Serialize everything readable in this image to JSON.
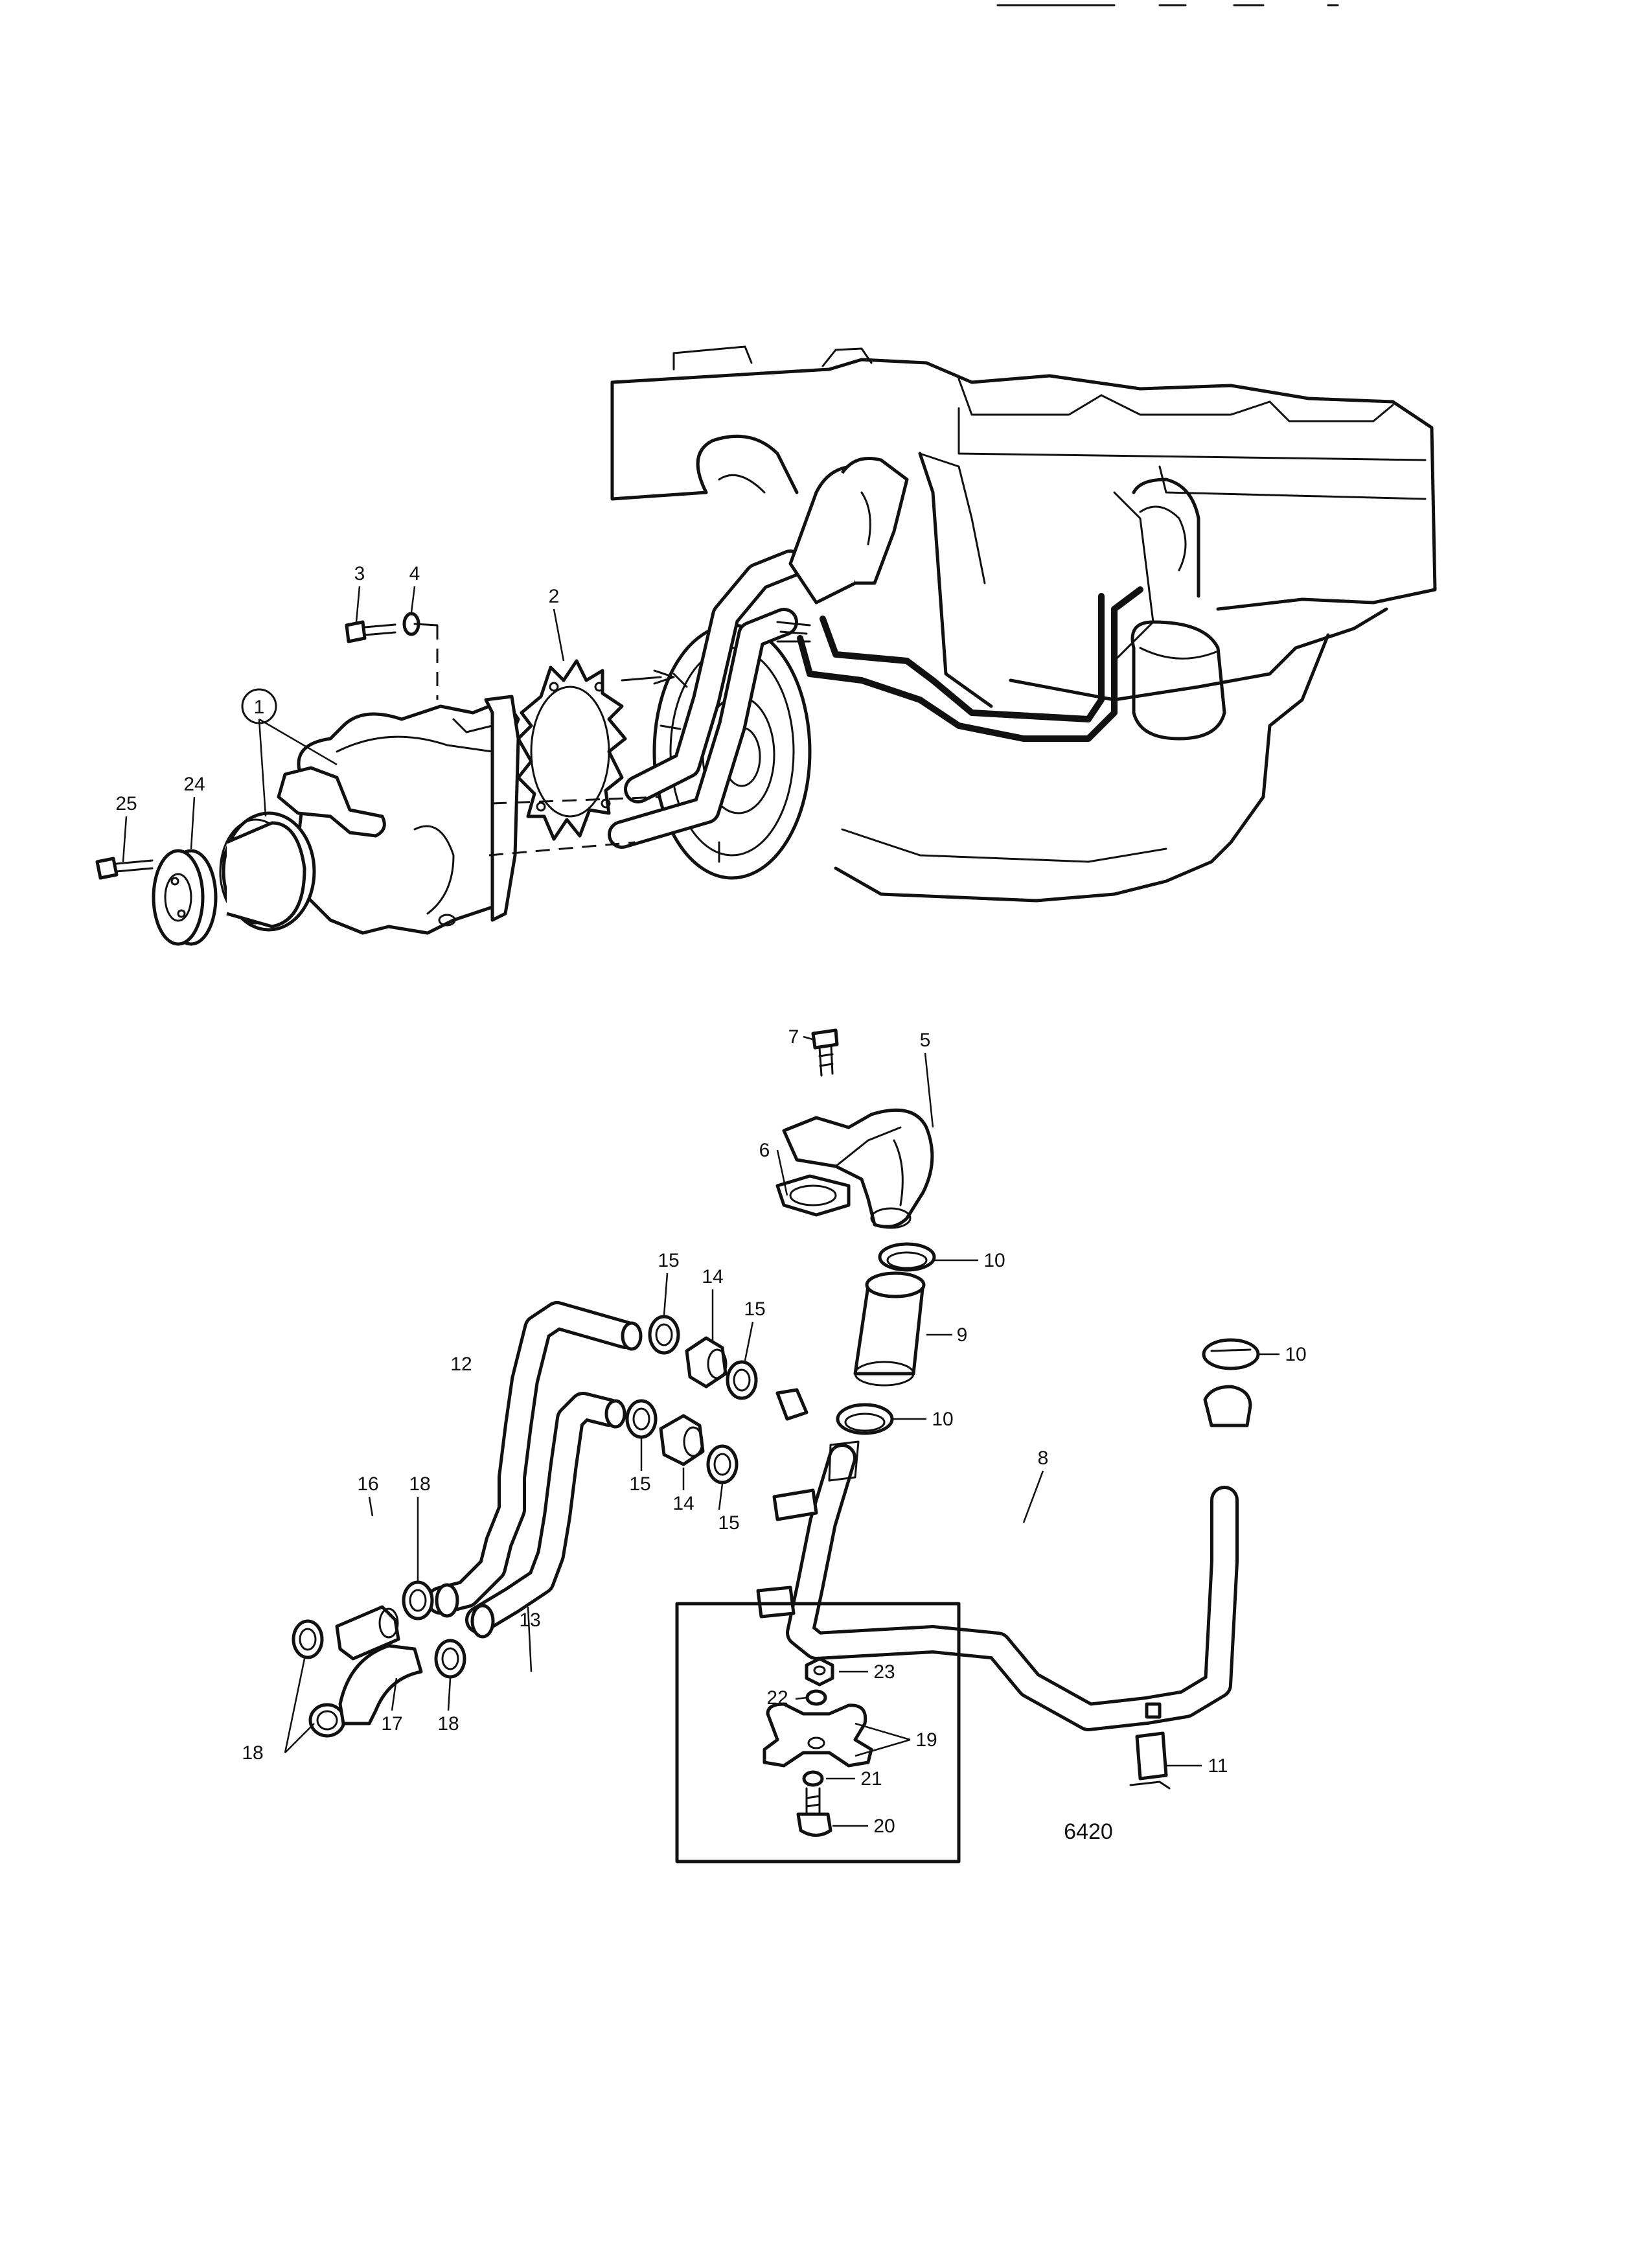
{
  "callouts": [
    {
      "n": "1",
      "label": "1"
    },
    {
      "n": "2",
      "label": "2"
    },
    {
      "n": "3",
      "label": "3"
    },
    {
      "n": "4",
      "label": "4"
    },
    {
      "n": "5",
      "label": "5"
    },
    {
      "n": "6",
      "label": "6"
    },
    {
      "n": "7",
      "label": "7"
    },
    {
      "n": "8",
      "label": "8"
    },
    {
      "n": "9",
      "label": "9"
    },
    {
      "n": "10a",
      "label": "10"
    },
    {
      "n": "10b",
      "label": "10"
    },
    {
      "n": "10c",
      "label": "10"
    },
    {
      "n": "11",
      "label": "11"
    },
    {
      "n": "12",
      "label": "12"
    },
    {
      "n": "13",
      "label": "13"
    },
    {
      "n": "14a",
      "label": "14"
    },
    {
      "n": "14b",
      "label": "14"
    },
    {
      "n": "15a",
      "label": "15"
    },
    {
      "n": "15b",
      "label": "15"
    },
    {
      "n": "15c",
      "label": "15"
    },
    {
      "n": "15d",
      "label": "15"
    },
    {
      "n": "16",
      "label": "16"
    },
    {
      "n": "17",
      "label": "17"
    },
    {
      "n": "18a",
      "label": "18"
    },
    {
      "n": "18b",
      "label": "18"
    },
    {
      "n": "18c",
      "label": "18"
    },
    {
      "n": "19",
      "label": "19"
    },
    {
      "n": "20",
      "label": "20"
    },
    {
      "n": "21",
      "label": "21"
    },
    {
      "n": "22",
      "label": "22"
    },
    {
      "n": "23",
      "label": "23"
    },
    {
      "n": "24",
      "label": "24"
    },
    {
      "n": "25",
      "label": "25"
    }
  ],
  "drawing_code": "6420"
}
